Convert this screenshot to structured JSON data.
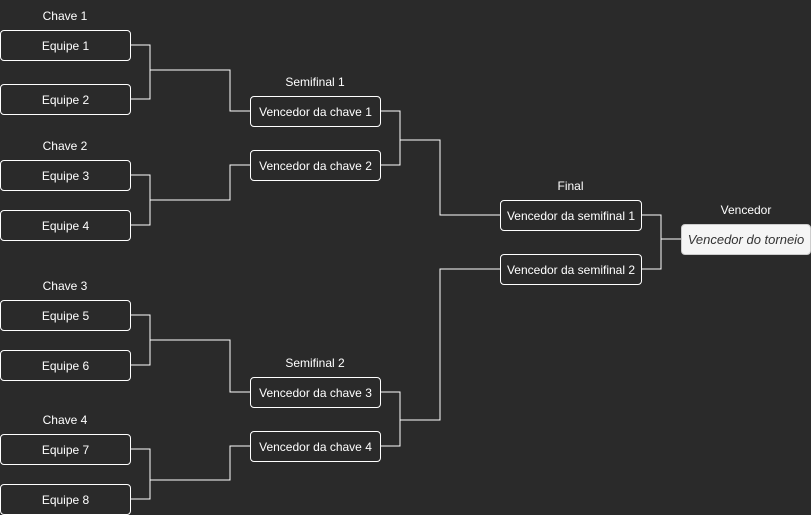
{
  "groups": {
    "chave1": "Chave 1",
    "chave2": "Chave 2",
    "chave3": "Chave 3",
    "chave4": "Chave 4",
    "semifinal1": "Semifinal 1",
    "semifinal2": "Semifinal 2",
    "final": "Final",
    "winner": "Vencedor"
  },
  "teams": [
    "Equipe 1",
    "Equipe 2",
    "Equipe 3",
    "Equipe 4",
    "Equipe 5",
    "Equipe 6",
    "Equipe 7",
    "Equipe 8"
  ],
  "quarterWinners": [
    "Vencedor da chave 1",
    "Vencedor da chave 2",
    "Vencedor da chave 3",
    "Vencedor da chave 4"
  ],
  "semiWinners": [
    "Vencedor da semifinal 1",
    "Vencedor da semifinal 2"
  ],
  "champion": "Vencedor do torneio",
  "colors": {
    "background": "#2a2a2a",
    "line": "#ffffff",
    "winner_fill": "#f5f5f5",
    "winner_text": "#333333"
  }
}
